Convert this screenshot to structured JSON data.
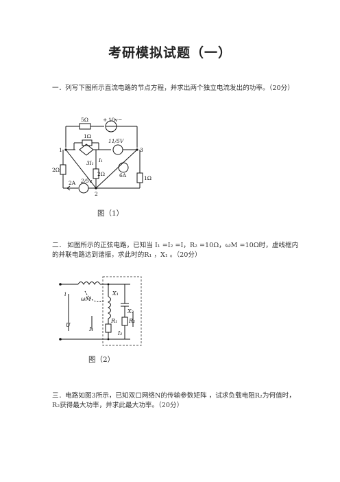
{
  "title": "考研模拟试题（一）",
  "questions": [
    {
      "text": "一．列写下图所示直流电路的节点方程，并求出两个独立电流发出的功率。（20分）"
    },
    {
      "text": "二．  如图所示的正弦电路，已知当 I₁ =I₂ =I，R₂ =10Ω，ωM =10Ω时，虚线框内的并联电路达到谐振，求此时的R₁ ，X₁ 。（20分）"
    },
    {
      "text": "三．电路如图3所示，已知双口网络N的传输参数矩阵 ，试求负载电阻R₂为何值时，R₂获得最大功率，并求此最大功率。（20分）"
    }
  ],
  "figure1": {
    "caption": "图（1）",
    "labels": {
      "r5": "5Ω",
      "v10": "10v",
      "r1top": "1Ω",
      "dep_v": "11/5V",
      "dep_i": "3I₁",
      "i1": "I₁",
      "r2left": "2Ω",
      "r2mid": "2Ω",
      "cs6": "6A",
      "r1right": "1Ω",
      "cs2": "2A",
      "dep2": "2/5v",
      "n1": "1",
      "n2": "2",
      "n3": "3",
      "plus": "+",
      "minus": "−"
    }
  },
  "figure2": {
    "caption": "图（2）",
    "labels": {
      "i": "i",
      "u": "U",
      "wm": "ωM",
      "x1": "X₁",
      "x2": "X₂",
      "r1": "R₁",
      "r2": "R₂",
      "i1": "I₁",
      "i2": "I₂"
    }
  }
}
